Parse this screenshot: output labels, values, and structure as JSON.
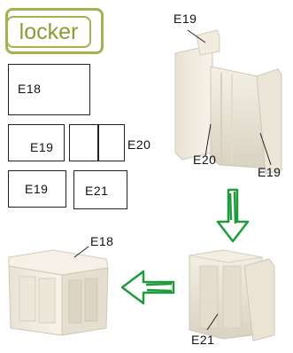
{
  "badge": {
    "text": "locker"
  },
  "legend": {
    "e18": "E18",
    "e19_a": "E19",
    "e20": "E20",
    "e19_b": "E19",
    "e21": "E21"
  },
  "step1": {
    "label_top": "E19",
    "label_bottom_left": "E20",
    "label_bottom_right": "E19"
  },
  "step2": {
    "label_bottom": "E21"
  },
  "step3": {
    "label_top": "E18"
  },
  "colors": {
    "badge": "#a7b24f",
    "arrow": "#1f9a3c",
    "outline": "#222222"
  },
  "icons": {
    "down_arrow": "down-arrow-icon",
    "left_arrow": "left-arrow-icon"
  }
}
